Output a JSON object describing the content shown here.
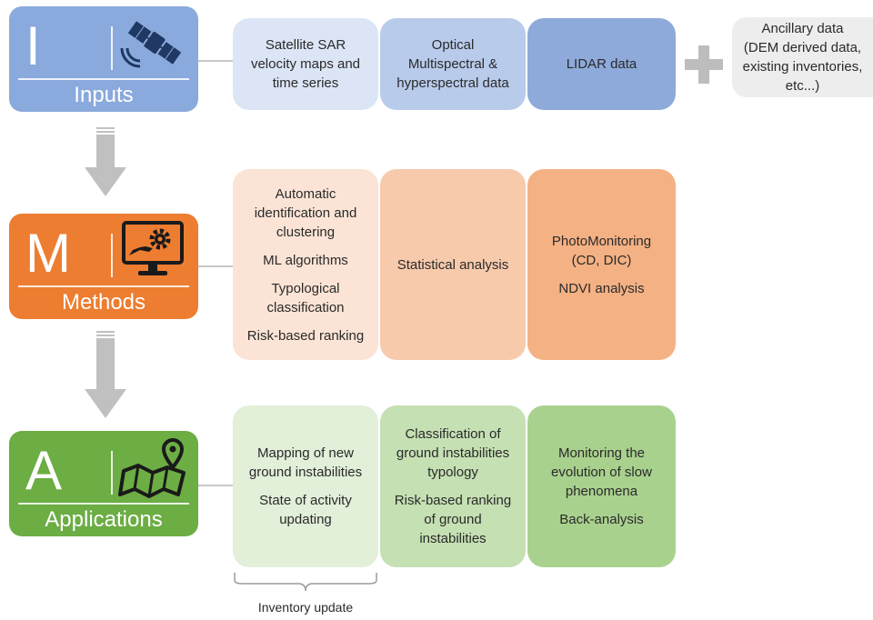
{
  "colors": {
    "inputs": "#8aa9dc",
    "methods": "#ed7d31",
    "applications": "#6cad44"
  },
  "categories": {
    "inputs": {
      "letter": "I",
      "name": "Inputs",
      "icon": "satellite-icon"
    },
    "methods": {
      "letter": "M",
      "name": "Methods",
      "icon": "monitor-gear-icon"
    },
    "applications": {
      "letter": "A",
      "name": "Applications",
      "icon": "map-pin-icon"
    }
  },
  "inputs": {
    "sar": [
      "Satellite SAR",
      "velocity maps and",
      "time series"
    ],
    "optical": [
      "Optical",
      "Multispectral &",
      "hyperspectral data"
    ],
    "lidar": "LIDAR data",
    "plus_icon": "plus-icon",
    "ancillary": [
      "Ancillary data",
      "(DEM derived data,",
      "existing inventories,",
      "etc...)"
    ]
  },
  "methods": {
    "box1": {
      "p1": [
        "Automatic",
        "identification and",
        "clustering"
      ],
      "p2": "ML algorithms",
      "p3": [
        "Typological",
        "classification"
      ],
      "p4": "Risk-based ranking"
    },
    "box2": "Statistical analysis",
    "box3": {
      "p1": [
        "PhotoMonitoring",
        "(CD, DIC)"
      ],
      "p2": "NDVI analysis"
    }
  },
  "applications": {
    "box1": {
      "p1": [
        "Mapping of new",
        "ground instabilities"
      ],
      "p2": [
        "State of activity",
        "updating"
      ]
    },
    "box2": {
      "p1": [
        "Classification of",
        "ground instabilities",
        "typology"
      ],
      "p2": [
        "Risk-based ranking",
        "of ground",
        "instabilities"
      ]
    },
    "box3": {
      "p1": [
        "Monitoring the",
        "evolution of slow",
        "phenomena"
      ],
      "p2": "Back-analysis"
    }
  },
  "brace_label": "Inventory update"
}
